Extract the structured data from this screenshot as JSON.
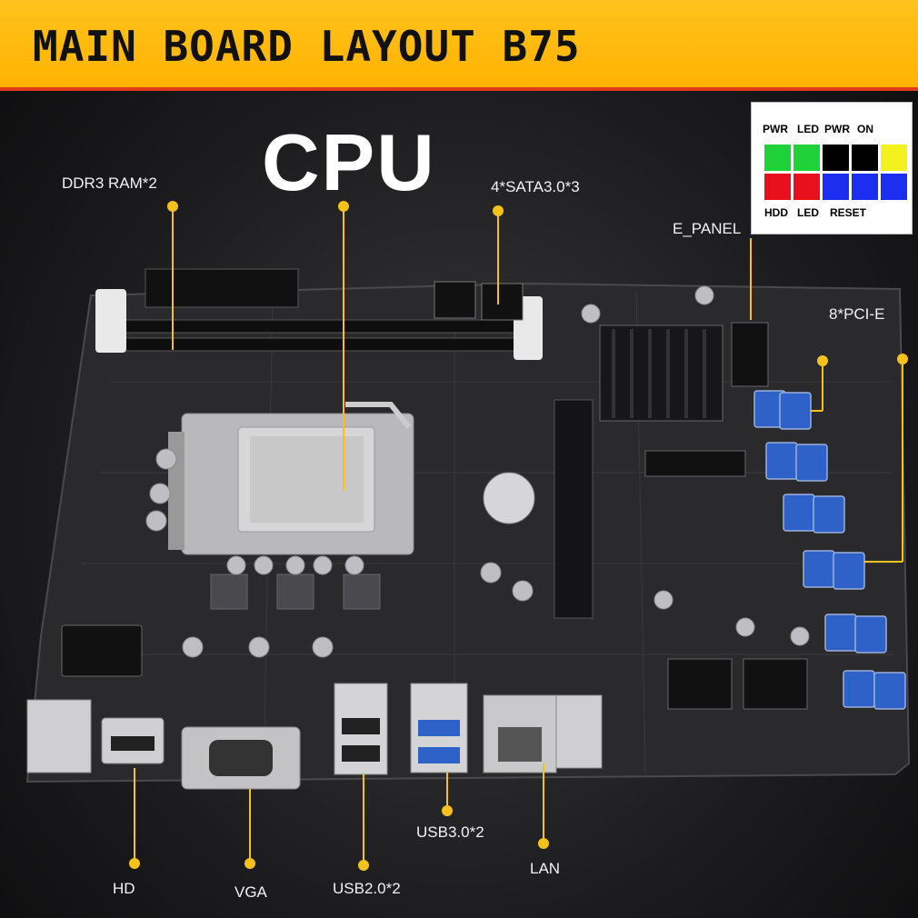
{
  "header": {
    "title": "MAIN BOARD LAYOUT B75"
  },
  "cpu_label": "CPU",
  "callouts": {
    "ddr3": "DDR3 RAM*2",
    "sata": "4*SATA3.0*3",
    "e_panel": "E_PANEL",
    "pcie": "8*PCI-E",
    "hd": "HD",
    "vga": "VGA",
    "usb2": "USB2.0*2",
    "usb3": "USB3.0*2",
    "lan": "LAN"
  },
  "legend": {
    "top": [
      "PWR",
      "LED",
      "PWR",
      "ON"
    ],
    "bottom": [
      "HDD",
      "LED",
      "RESET"
    ],
    "colors": {
      "green": "#1fd23a",
      "red": "#e8101c",
      "black": "#000000",
      "blue": "#1d2ef0",
      "yellow": "#f3f11e"
    }
  },
  "accent": {
    "banner": "#ffb300",
    "callout": "#f5c21c"
  }
}
